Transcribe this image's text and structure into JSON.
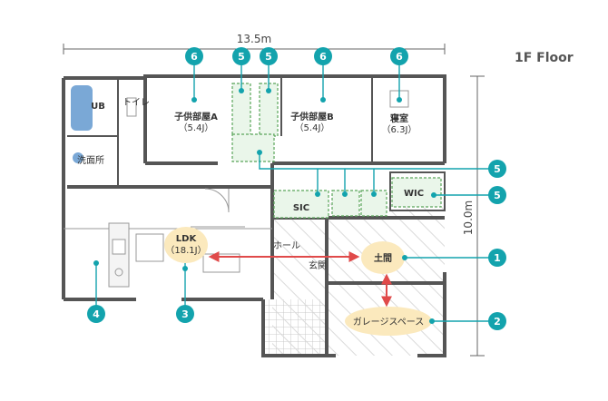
{
  "floor_title": "1F Floor",
  "dimensions": {
    "width": "13.5m",
    "depth": "10.0m"
  },
  "rooms": {
    "ub": "UB",
    "toilet": "トイレ",
    "washroom": "洗面所",
    "kids_a_name": "子供部屋A",
    "kids_a_size": "（5.4J）",
    "kids_b_name": "子供部屋B",
    "kids_b_size": "（5.4J）",
    "bedroom_name": "寝室",
    "bedroom_size": "（6.3J）",
    "sic": "SIC",
    "wic": "WIC",
    "hall": "ホール",
    "entrance": "玄関",
    "ldk_name": "LDK",
    "ldk_size": "（18.1J）",
    "doma": "土間",
    "garage": "ガレージスペース"
  },
  "markers": [
    "6",
    "5",
    "5",
    "6",
    "6",
    "5",
    "5",
    "1",
    "2",
    "3",
    "4"
  ],
  "colors": {
    "wall": "#555555",
    "marker": "#13a3ad",
    "highlight": "#fbe9bd",
    "arrow": "#e04a4a",
    "storage": "#5aa55a"
  }
}
